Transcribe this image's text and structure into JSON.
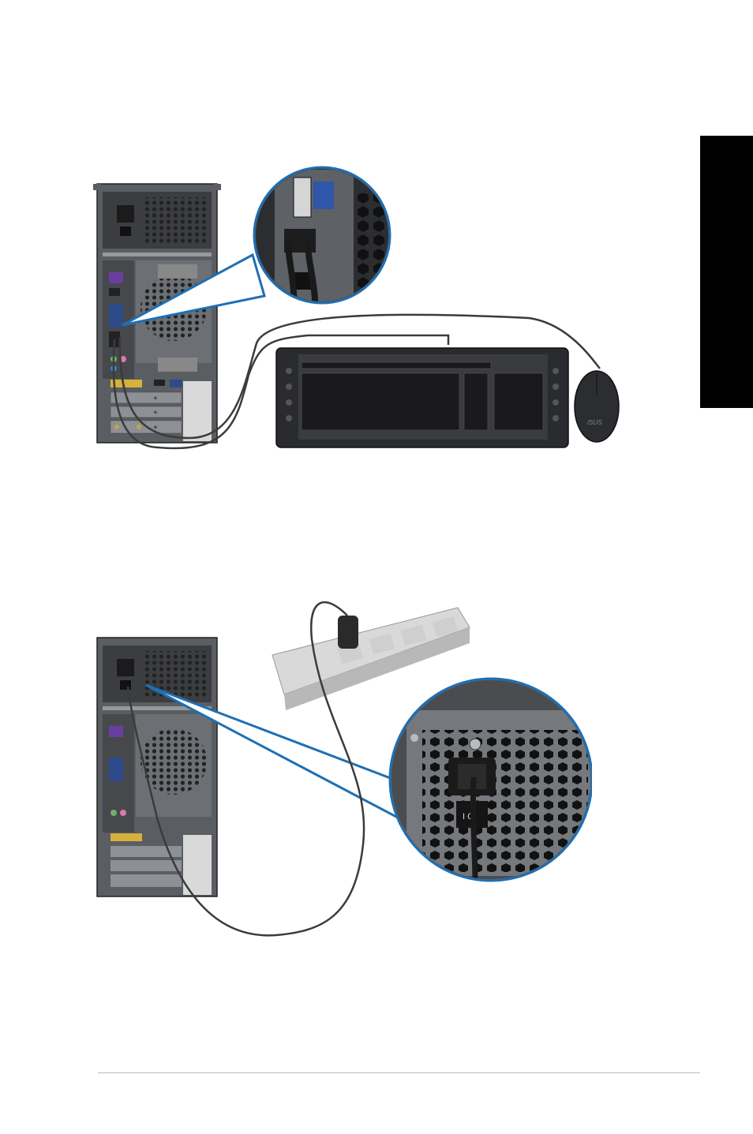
{
  "figures": [
    {
      "name": "keyboard-mouse-connection",
      "logo_text": "/SUS"
    },
    {
      "name": "power-cord-connection",
      "switch_text": "I  O"
    }
  ]
}
